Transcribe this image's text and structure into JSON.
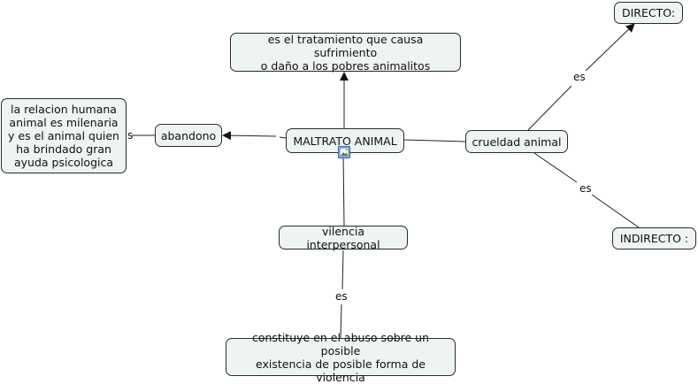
{
  "nodes": {
    "center": "MALTRATO ANIMAL",
    "definition": "es el tratamiento que causa sufrimiento\no daño a los pobres animalitos",
    "abandono": "abandono",
    "relacion": "la relacion humana\nanimal es milenaria\ny es el animal quien\nha brindado gran\nayuda psicologica",
    "crueldad": "crueldad animal",
    "directo": "DIRECTO:",
    "indirecto": "INDIRECTO :",
    "violencia": "vilencia interpersonal",
    "constituye": "constituye en el abuso sobre un posible\nexistencia de posible forma de violencia"
  },
  "links": {
    "es_directo": "es",
    "es_indirecto": "es",
    "es_violencia": "es",
    "s_fragment": "s"
  },
  "icons": {
    "center_attachment": "image-icon"
  },
  "colors": {
    "node_fill": "#eef3f4",
    "node_border": "#2b2b2b",
    "line": "#222222",
    "background": "#ffffff"
  }
}
